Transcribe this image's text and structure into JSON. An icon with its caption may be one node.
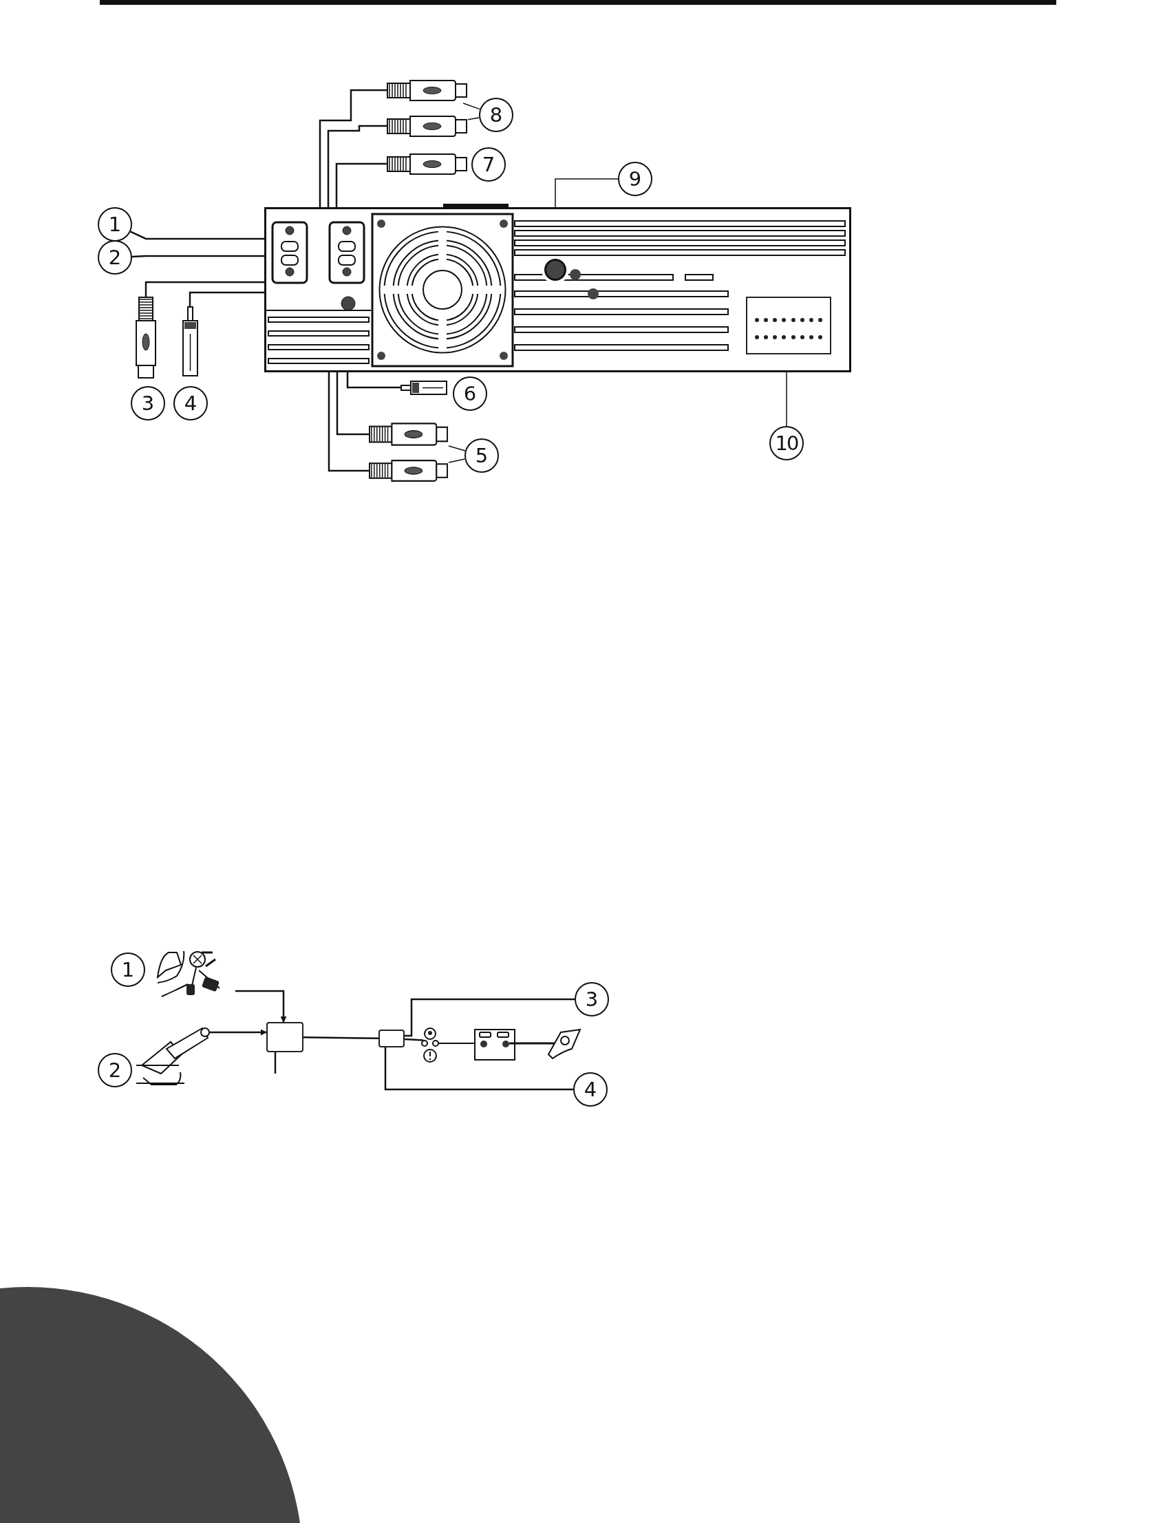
{
  "diagram": {
    "nodes": [
      {
        "text": [],
        "shape": "picture"
      },
      {
        "text": [
          "1"
        ]
      },
      {
        "text": [
          "2"
        ]
      },
      {
        "text": [
          "3"
        ]
      },
      {
        "text": [
          "4"
        ]
      },
      {
        "text": [
          "5"
        ]
      },
      {
        "text": [
          "6"
        ]
      },
      {
        "text": [
          "7"
        ]
      },
      {
        "text": [
          "8"
        ]
      },
      {
        "text": [
          "9"
        ]
      },
      {
        "text": [
          "10"
        ]
      },
      {
        "text": [],
        "shape": "picture"
      },
      {
        "text": [],
        "shape": "picture"
      },
      {
        "text": [],
        "shape": "picture"
      },
      {
        "text": [],
        "shape": "picture"
      },
      {
        "text": [],
        "shape": "circle",
        "in": 0
      },
      {
        "text": [],
        "shape": "box",
        "in": 0
      },
      {
        "text": [],
        "shape": "picture"
      },
      {
        "text": [],
        "shape": "picture"
      },
      {
        "text": [],
        "shape": "picture"
      },
      {
        "text": [],
        "shape": "picture"
      },
      {
        "text": [
          "1"
        ]
      },
      {
        "text": [
          "2"
        ]
      },
      {
        "text": [],
        "shape": "picture"
      },
      {
        "text": [],
        "shape": "picture"
      },
      {
        "text": [],
        "shape": "box"
      },
      {
        "text": [],
        "shape": "box"
      },
      {
        "text": [
          "3"
        ]
      },
      {
        "text": [
          "4"
        ]
      },
      {
        "text": [],
        "shape": "picture"
      }
    ],
    "edges": [
      {
        "from": 5,
        "to": 11,
        "arrow": "none"
      },
      {
        "from": 5,
        "to": 12,
        "arrow": "none"
      },
      {
        "from": 8,
        "to": 13,
        "arrow": "none"
      },
      {
        "from": 8,
        "to": 14,
        "arrow": "none"
      },
      {
        "from": 9,
        "to": 15,
        "arrow": "to"
      },
      {
        "from": 10,
        "to": 16,
        "arrow": "none"
      },
      {
        "from": 11,
        "to": 0,
        "arrow": "none"
      },
      {
        "from": 12,
        "to": 0,
        "arrow": "none"
      },
      {
        "from": 13,
        "to": 0,
        "arrow": "none"
      },
      {
        "from": 14,
        "to": 0,
        "arrow": "none"
      },
      {
        "from": 20,
        "to": 0,
        "arrow": "none"
      },
      {
        "from": 19,
        "to": 0,
        "arrow": "none"
      },
      {
        "from": 17,
        "to": 0,
        "arrow": "none"
      },
      {
        "from": 18,
        "to": 0,
        "arrow": "none"
      },
      {
        "from": 0,
        "to": 1,
        "arrow": "none"
      },
      {
        "from": 0,
        "to": 2,
        "arrow": "none"
      },
      {
        "from": 23,
        "to": 25,
        "arrow": "to"
      },
      {
        "from": 24,
        "to": 25,
        "arrow": "to"
      },
      {
        "from": 25,
        "to": 26,
        "arrow": "none"
      },
      {
        "from": 26,
        "to": 27,
        "arrow": "none"
      },
      {
        "from": 26,
        "to": 28,
        "arrow": "none"
      },
      {
        "from": 26,
        "to": 29,
        "arrow": "none"
      },
      {
        "from": 25,
        "to": null,
        "arrow": "none"
      }
    ]
  }
}
